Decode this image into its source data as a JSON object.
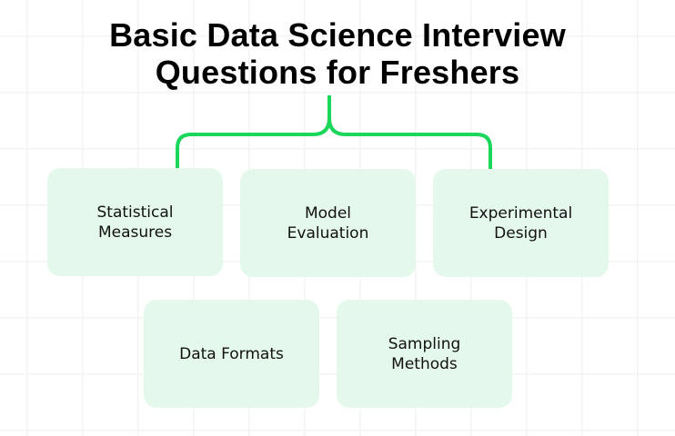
{
  "title": {
    "line1": "Basic Data Science Interview",
    "line2": "Questions for Freshers"
  },
  "colors": {
    "connector": "#1ad65a",
    "box_fill": "#e5f8ec",
    "title_text": "#000000"
  },
  "boxes": [
    {
      "line1": "Statistical",
      "line2": "Measures"
    },
    {
      "line1": "Model",
      "line2": "Evaluation"
    },
    {
      "line1": "Experimental",
      "line2": "Design"
    },
    {
      "line1": "Data Formats",
      "line2": ""
    },
    {
      "line1": "Sampling",
      "line2": "Methods"
    }
  ]
}
